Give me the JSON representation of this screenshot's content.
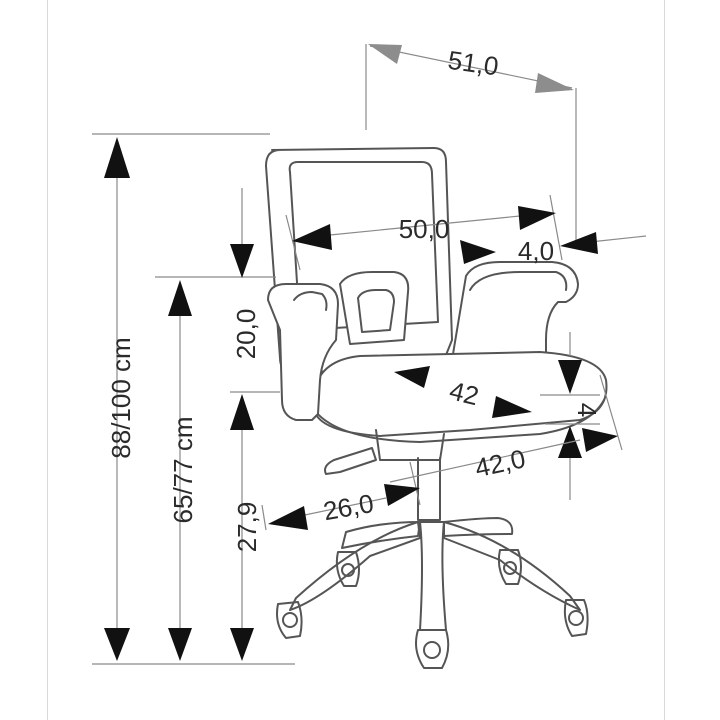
{
  "dimensions": {
    "depth_top": "51,0",
    "backrest_width": "50,0",
    "armrest_offset": "4,0",
    "backrest_height": "20,0",
    "total_height": "88/100 cm",
    "seat_height": "65/77 cm",
    "seat_depth": "42",
    "seat_thickness": "4",
    "seat_width": "42,0",
    "base_radius": "26,0",
    "base_height": "27,9"
  },
  "colors": {
    "arrow_dark": "#111111",
    "arrow_grey": "#8d8d8d",
    "outline": "#555555",
    "background": "#ffffff"
  }
}
